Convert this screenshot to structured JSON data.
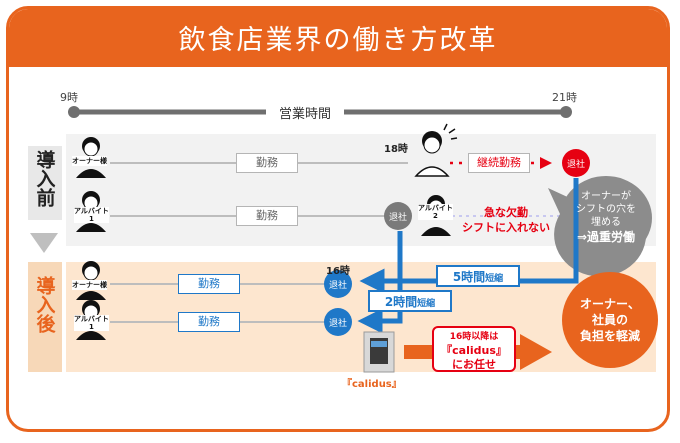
{
  "title": "飲食店業界の働き方改革",
  "timeline": {
    "start": "9時",
    "end": "21時",
    "label": "営業時間"
  },
  "sections": {
    "before": "導入前",
    "after": "導入後"
  },
  "roles": {
    "owner": "オーナー様",
    "part_timer_1": "アルバイト\n1",
    "part_timer_2": "アルバイト\n2",
    "part_timer_1_after": "アルバイト\n1"
  },
  "before": {
    "owner_work": "勤務",
    "time_18": "18時",
    "continued_work": "継続勤務",
    "leave_owner": "退社",
    "part_work": "勤務",
    "leave_part": "退社",
    "absence_line1": "急な欠勤",
    "absence_line2": "シフトに入れない",
    "bubble_line1": "オーナーが",
    "bubble_line2": "シフトの穴を",
    "bubble_line3": "埋める",
    "bubble_line4": "⇒過重労働"
  },
  "after": {
    "owner_work": "勤務",
    "time_16": "16時",
    "leave_owner": "退社",
    "part_work": "勤務",
    "leave_part": "退社",
    "reduction_5h": "5時間",
    "reduction_5h_suffix": "短縮",
    "reduction_2h": "2時間",
    "reduction_2h_suffix": "短縮",
    "calidus_box_line1": "16時以降は",
    "calidus_box_line2": "『calidus』",
    "calidus_box_line3": "にお任せ",
    "machine_label": "『calidus』",
    "result_line1": "オーナー、",
    "result_line2": "社員の",
    "result_line3": "負担を軽減"
  },
  "colors": {
    "accent": "#e8641e",
    "blue": "#1f78c8",
    "red": "#e60012",
    "grey": "#6f6f6f"
  }
}
